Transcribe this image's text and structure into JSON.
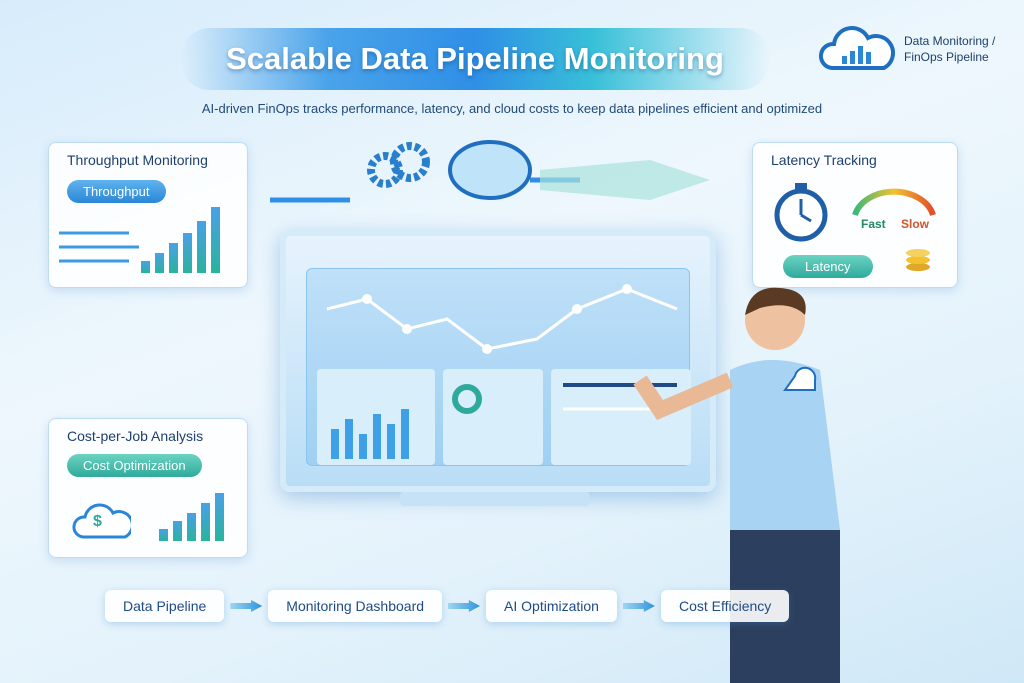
{
  "header": {
    "title": "Scalable Data Pipeline Monitoring",
    "subtitle": "AI-driven FinOps tracks performance, latency, and cloud costs to keep data pipelines efficient and optimized",
    "logo_line1": "Data Monitoring /",
    "logo_line2": "FinOps Pipeline"
  },
  "panels": {
    "throughput": {
      "title": "Throughput Monitoring",
      "pill": "Throughput"
    },
    "latency": {
      "title": "Latency Tracking",
      "fast": "Fast",
      "slow": "Slow",
      "pill": "Latency"
    },
    "cost": {
      "title": "Cost-per-Job Analysis",
      "pill": "Cost Optimization",
      "currency": "$"
    }
  },
  "flow": [
    "Data Pipeline",
    "Monitoring Dashboard",
    "AI Optimization",
    "Cost Efficiency"
  ],
  "colors": {
    "accent": "#2f8fe6",
    "teal": "#2eaa9c",
    "text": "#1f4a86"
  }
}
